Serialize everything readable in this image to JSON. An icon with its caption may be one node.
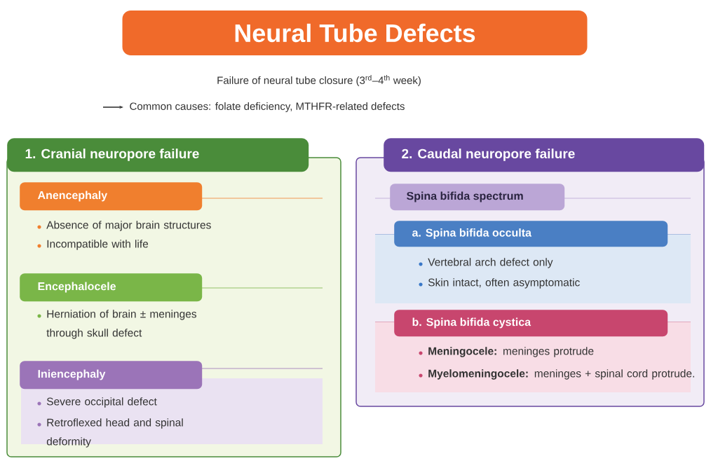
{
  "diagram": {
    "title": "Neural Tube Defects",
    "nodes": [
      {
        "text": [
          "1. Cranial neuropore failure"
        ]
      },
      {
        "text": [
          "Anencephaly",
          "Absence of major brain structures",
          "Incompatible with life"
        ],
        "in": 0
      },
      {
        "text": [
          "Encephalocele",
          "Herniation of brain ± meninges through skull defect"
        ],
        "in": 0
      },
      {
        "text": [
          "Iniencephaly",
          "Severe occipital defect",
          "Retroflexed head and spinal deformity"
        ],
        "in": 0
      },
      {
        "text": [
          "2. Caudal neuropore failure"
        ]
      },
      {
        "text": [
          "Spina bifida spectrum"
        ],
        "in": 4
      },
      {
        "text": [
          "a. Spina bifida occulta",
          "Vertebral arch defect only",
          "Skin intact, often asymptomatic"
        ],
        "in": 4
      },
      {
        "text": [
          "b. Spina bifida cystica",
          "**Meningocele:** meninges protrude",
          "**Myelomeningocele:** meninges + spinal cord protrude."
        ],
        "in": 4
      }
    ],
    "labels": [
      "Failure of neural tube closure (3$^{rd}$–4$^{th}$ week)",
      "Common causes: folate deficiency, MTHFR-related defects"
    ]
  }
}
